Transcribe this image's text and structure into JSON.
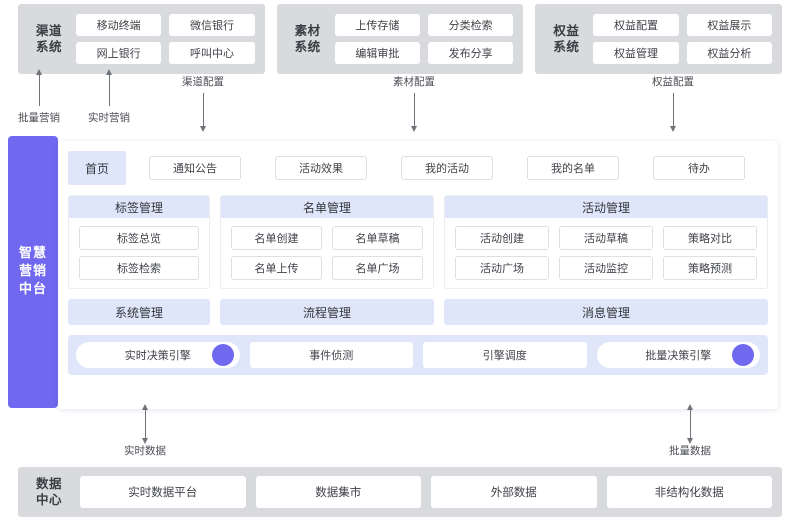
{
  "top_systems": [
    {
      "title": "渠道\n系统",
      "title_lines": [
        "渠道",
        "系统"
      ],
      "items": [
        "移动终端",
        "微信银行",
        "网上银行",
        "呼叫中心"
      ]
    },
    {
      "title": "素材\n系统",
      "title_lines": [
        "素材",
        "系统"
      ],
      "items": [
        "上传存储",
        "分类检索",
        "编辑审批",
        "发布分享"
      ]
    },
    {
      "title": "权益\n系统",
      "title_lines": [
        "权益",
        "系统"
      ],
      "items": [
        "权益配置",
        "权益展示",
        "权益管理",
        "权益分析"
      ]
    }
  ],
  "top_arrows": [
    {
      "label": "批量营销",
      "direction": "up"
    },
    {
      "label": "实时营销",
      "direction": "up"
    },
    {
      "label": "渠道配置",
      "direction": "down"
    },
    {
      "label": "素材配置",
      "direction": "down"
    },
    {
      "label": "权益配置",
      "direction": "down"
    }
  ],
  "sidebar": {
    "label": "智慧营销中台"
  },
  "tabs": {
    "home": "首页",
    "items": [
      "通知公告",
      "活动效果",
      "我的活动",
      "我的名单",
      "待办"
    ]
  },
  "mgmt_cards": [
    {
      "title": "标签管理",
      "items": [
        "标签总览",
        "标签检索"
      ]
    },
    {
      "title": "名单管理",
      "items": [
        "名单创建",
        "名单草稿",
        "名单上传",
        "名单广场"
      ]
    },
    {
      "title": "活动管理",
      "items": [
        "活动创建",
        "活动草稿",
        "策略对比",
        "活动广场",
        "活动监控",
        "策略预测"
      ]
    }
  ],
  "header_bars": [
    "系统管理",
    "流程管理",
    "消息管理"
  ],
  "engines": [
    {
      "label": "实时决策引擎",
      "dot": true
    },
    {
      "label": "事件侦测",
      "dot": false
    },
    {
      "label": "引擎调度",
      "dot": false
    },
    {
      "label": "批量决策引擎",
      "dot": true
    }
  ],
  "bottom_arrows": [
    {
      "label": "实时数据",
      "direction": "both"
    },
    {
      "label": "批量数据",
      "direction": "both"
    }
  ],
  "data_center": {
    "title_lines": [
      "数据",
      "中心"
    ],
    "items": [
      "实时数据平台",
      "数据集市",
      "外部数据",
      "非结构化数据"
    ]
  },
  "colors": {
    "accent_purple": "#7068ee",
    "panel_header": "#dfe6fa",
    "gray_container": "#d8dadd",
    "text_dark": "#3f4248"
  }
}
